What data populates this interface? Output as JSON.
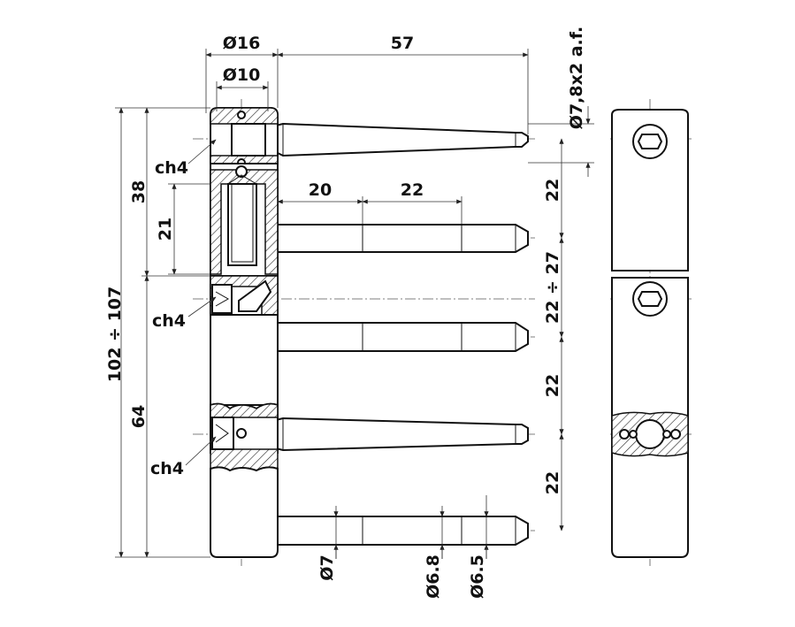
{
  "dimensions": {
    "d_head_outer": "Ø16",
    "d_head_inner": "Ø10",
    "pin_length": "57",
    "hex_key": "Ø7,8x2 a.f.",
    "total_height": "102 ÷ 107",
    "upper_height": "38",
    "inner_height": "21",
    "lower_height": "64",
    "pin_step_a": "20",
    "pin_step_b": "22",
    "pitch_1": "22",
    "pitch_2": "22 ÷ 27",
    "pitch_3": "22",
    "pitch_4": "22",
    "pin_d1": "Ø7",
    "pin_d2": "Ø6.8",
    "pin_d3": "Ø6.5"
  },
  "labels": {
    "ch_upper": "ch4",
    "ch_middle": "ch4",
    "ch_lower": "ch4"
  },
  "colors": {
    "line": "#111111",
    "background": "#ffffff"
  }
}
